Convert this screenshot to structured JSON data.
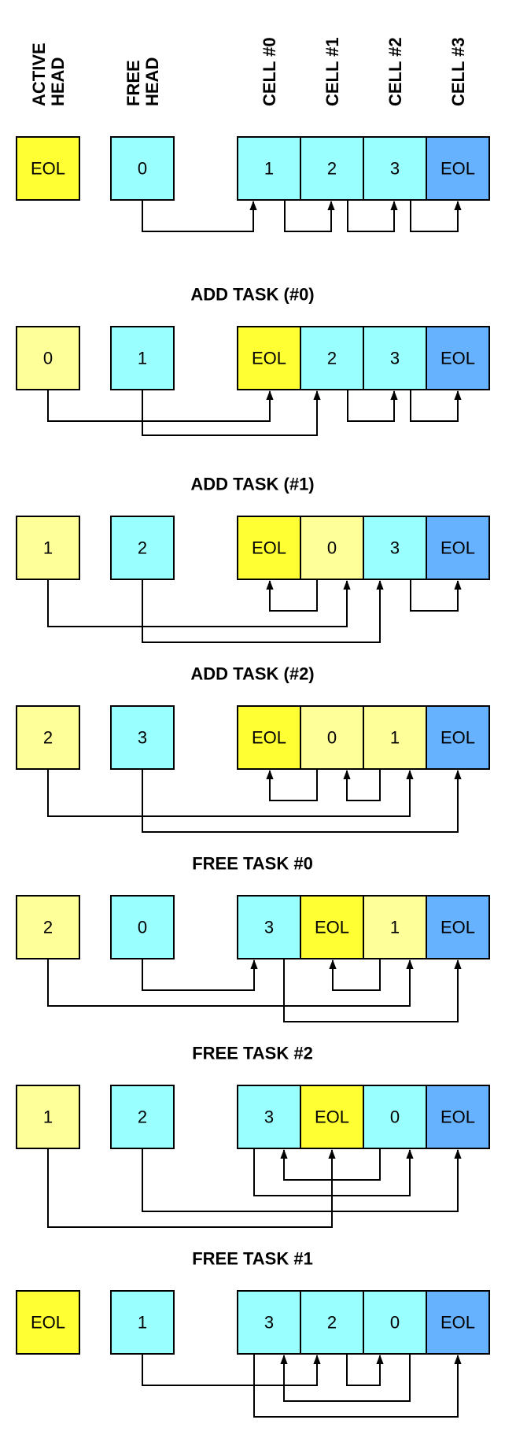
{
  "colors": {
    "active": "#ffff33",
    "active_light": "#ffff99",
    "free": "#99ffff",
    "eol_cell": "#66b2ff",
    "line": "#000000"
  },
  "headers": [
    "ACTIVE HEAD",
    "FREE HEAD",
    "CELL #0",
    "CELL #1",
    "CELL #2",
    "CELL #3"
  ],
  "header_lines": [
    [
      "ACTIVE",
      "HEAD"
    ],
    [
      "FREE",
      "HEAD"
    ],
    [
      "CELL #0"
    ],
    [
      "CELL #1"
    ],
    [
      "CELL #2"
    ],
    [
      "CELL #3"
    ]
  ],
  "stages": [
    {
      "title": "",
      "active_head": "EOL",
      "active_fill": "active",
      "free_head": "0",
      "cells": [
        {
          "value": "1",
          "fill": "free"
        },
        {
          "value": "2",
          "fill": "free"
        },
        {
          "value": "3",
          "fill": "free"
        },
        {
          "value": "EOL",
          "fill": "eol_cell"
        }
      ]
    },
    {
      "title": "ADD TASK (#0)",
      "active_head": "0",
      "active_fill": "active_light",
      "free_head": "1",
      "cells": [
        {
          "value": "EOL",
          "fill": "active"
        },
        {
          "value": "2",
          "fill": "free"
        },
        {
          "value": "3",
          "fill": "free"
        },
        {
          "value": "EOL",
          "fill": "eol_cell"
        }
      ]
    },
    {
      "title": "ADD TASK (#1)",
      "active_head": "1",
      "active_fill": "active_light",
      "free_head": "2",
      "cells": [
        {
          "value": "EOL",
          "fill": "active"
        },
        {
          "value": "0",
          "fill": "active_light"
        },
        {
          "value": "3",
          "fill": "free"
        },
        {
          "value": "EOL",
          "fill": "eol_cell"
        }
      ]
    },
    {
      "title": "ADD TASK (#2)",
      "active_head": "2",
      "active_fill": "active_light",
      "free_head": "3",
      "cells": [
        {
          "value": "EOL",
          "fill": "active"
        },
        {
          "value": "0",
          "fill": "active_light"
        },
        {
          "value": "1",
          "fill": "active_light"
        },
        {
          "value": "EOL",
          "fill": "eol_cell"
        }
      ]
    },
    {
      "title": "FREE TASK #0",
      "active_head": "2",
      "active_fill": "active_light",
      "free_head": "0",
      "cells": [
        {
          "value": "3",
          "fill": "free"
        },
        {
          "value": "EOL",
          "fill": "active"
        },
        {
          "value": "1",
          "fill": "active_light"
        },
        {
          "value": "EOL",
          "fill": "eol_cell"
        }
      ]
    },
    {
      "title": "FREE TASK #2",
      "active_head": "1",
      "active_fill": "active_light",
      "free_head": "2",
      "cells": [
        {
          "value": "3",
          "fill": "free"
        },
        {
          "value": "EOL",
          "fill": "active"
        },
        {
          "value": "0",
          "fill": "free"
        },
        {
          "value": "EOL",
          "fill": "eol_cell"
        }
      ]
    },
    {
      "title": "FREE TASK #1",
      "active_head": "EOL",
      "active_fill": "active",
      "free_head": "1",
      "cells": [
        {
          "value": "3",
          "fill": "free"
        },
        {
          "value": "2",
          "fill": "free"
        },
        {
          "value": "0",
          "fill": "free"
        },
        {
          "value": "EOL",
          "fill": "eol_cell"
        }
      ]
    }
  ]
}
